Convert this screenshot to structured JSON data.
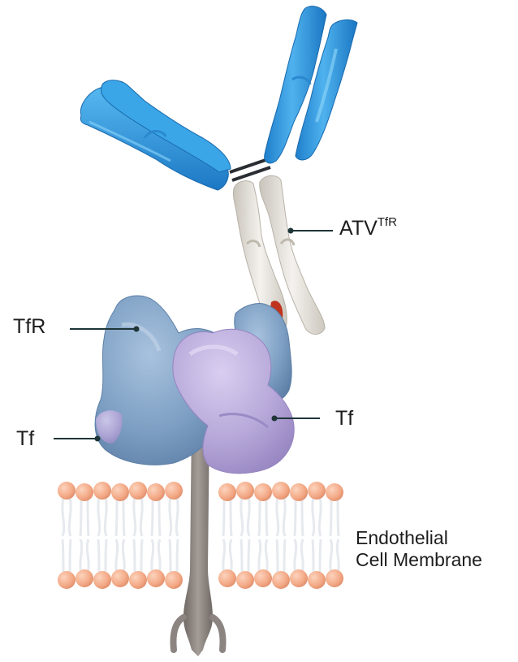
{
  "labels": {
    "atv": "ATV",
    "atv_sup": "TfR",
    "tfr": "TfR",
    "tf_left": "Tf",
    "tf_right": "Tf",
    "membrane_line1": "Endothelial",
    "membrane_line2": "Cell Membrane"
  },
  "icons": [
    "antibody-transport-vehicle-icon",
    "transferrin-receptor-icon",
    "transferrin-icon",
    "lipid-bilayer-icon"
  ],
  "colors": {
    "antibody_fab": "#2f98dc",
    "atv_fc": "#dedad3",
    "tfr": "#7d9fc3",
    "tf": "#b5a6d8",
    "binding_site": "#c0341f",
    "stalk": "#8c8480",
    "lipid_head": "#f3a885",
    "lipid_tail": "#e6e9ee",
    "text": "#1d1d1d",
    "leader": "#1f3538"
  }
}
